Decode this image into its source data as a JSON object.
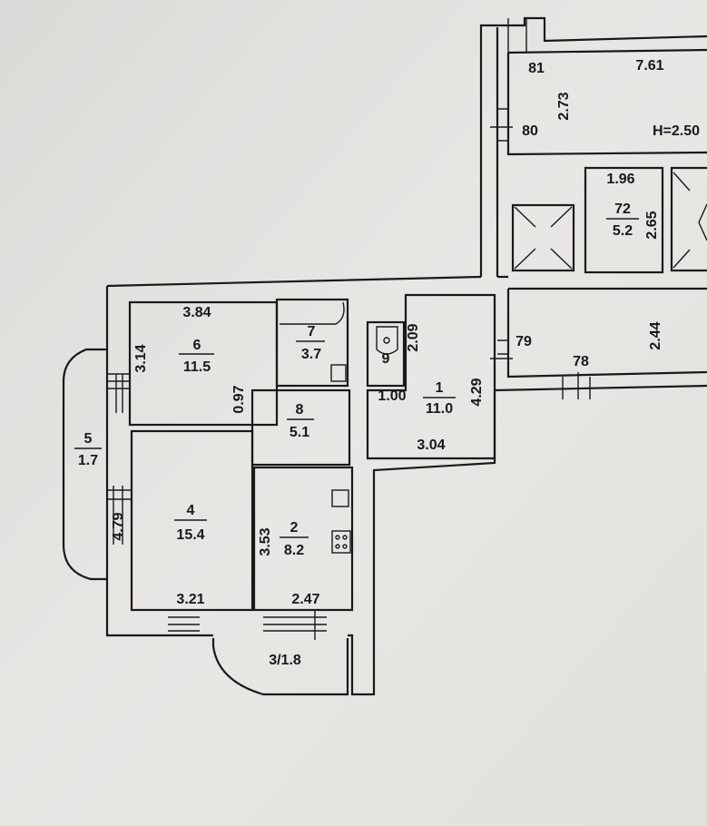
{
  "rooms": [
    {
      "number": "1",
      "area": "11.0"
    },
    {
      "number": "2",
      "area": "8.2"
    },
    {
      "number": "3",
      "area": "1.8"
    },
    {
      "number": "4",
      "area": "15.4"
    },
    {
      "number": "5",
      "area": "1.7"
    },
    {
      "number": "6",
      "area": "11.5"
    },
    {
      "number": "7",
      "area": "3.7"
    },
    {
      "number": "8",
      "area": "5.1"
    },
    {
      "number": "9"
    },
    {
      "number": "72",
      "area": "5.2"
    }
  ],
  "dimensions": {
    "r6_width": "3.84",
    "r6_height": "3.14",
    "r8_door": "0.97",
    "r9_depth": "2.09",
    "r1_width": "1.00",
    "r1_height": "4.29",
    "r1_bottom": "3.04",
    "r4_height": "4.79",
    "r4_width": "3.21",
    "r2_height": "3.53",
    "r2_width": "2.47",
    "top_width": "7.61",
    "top_height": "2.73",
    "ceiling_height": "H=2.50",
    "r72_width": "1.96",
    "r72_height": "2.65",
    "corridor_height": "2.44"
  },
  "common_areas": [
    "81",
    "80",
    "79",
    "78"
  ],
  "balcony3_label": "3/1.8"
}
